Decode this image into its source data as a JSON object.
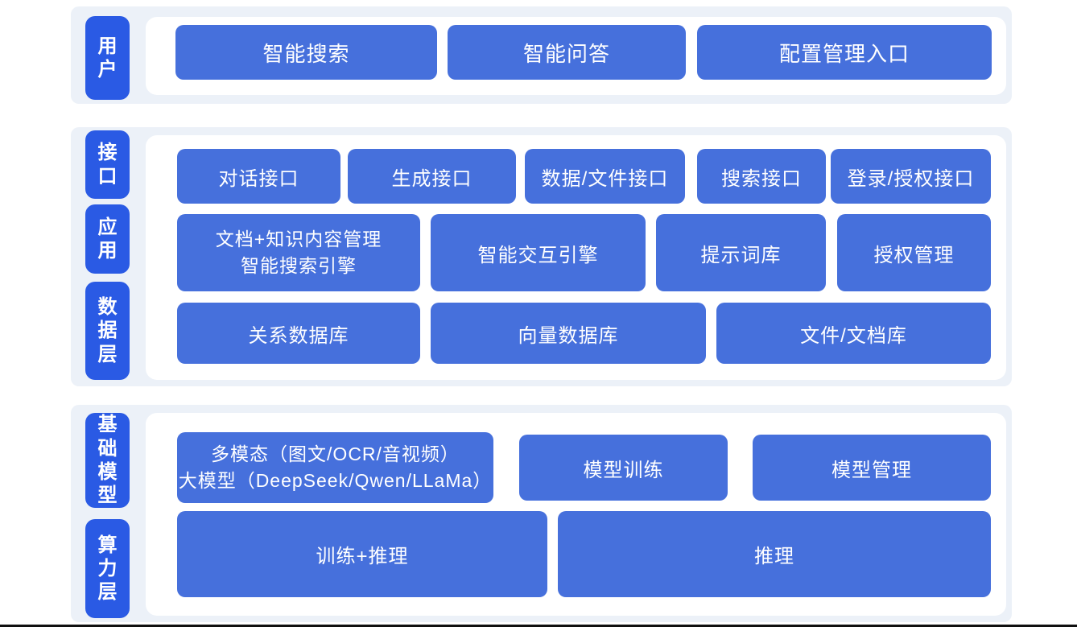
{
  "colors": {
    "band_bg": "#ECF1F8",
    "label_blue": "#2A5AE4",
    "card_blue": "#4670DC",
    "text_white": "#FFFFFF",
    "bottom_line": "#101010"
  },
  "layers": {
    "user": {
      "label": "用户",
      "cards": [
        "智能搜索",
        "智能问答",
        "配置管理入口"
      ]
    },
    "middle": {
      "labels": [
        "接口",
        "应用",
        "数据层"
      ],
      "rows": [
        [
          "对话接口",
          "生成接口",
          "数据/文件接口",
          "搜索接口",
          "登录/授权接口"
        ],
        [
          "文档+知识内容管理\n智能搜索引擎",
          "智能交互引擎",
          "提示词库",
          "授权管理"
        ],
        [
          "关系数据库",
          "向量数据库",
          "文件/文档库"
        ]
      ]
    },
    "bottom": {
      "labels": [
        "基础模型",
        "算力层"
      ],
      "rows": [
        [
          "多模态（图文/OCR/音视频）\n大模型（DeepSeek/Qwen/LLaMa）",
          "模型训练",
          "模型管理"
        ],
        [
          "训练+推理",
          "推理"
        ]
      ]
    }
  }
}
